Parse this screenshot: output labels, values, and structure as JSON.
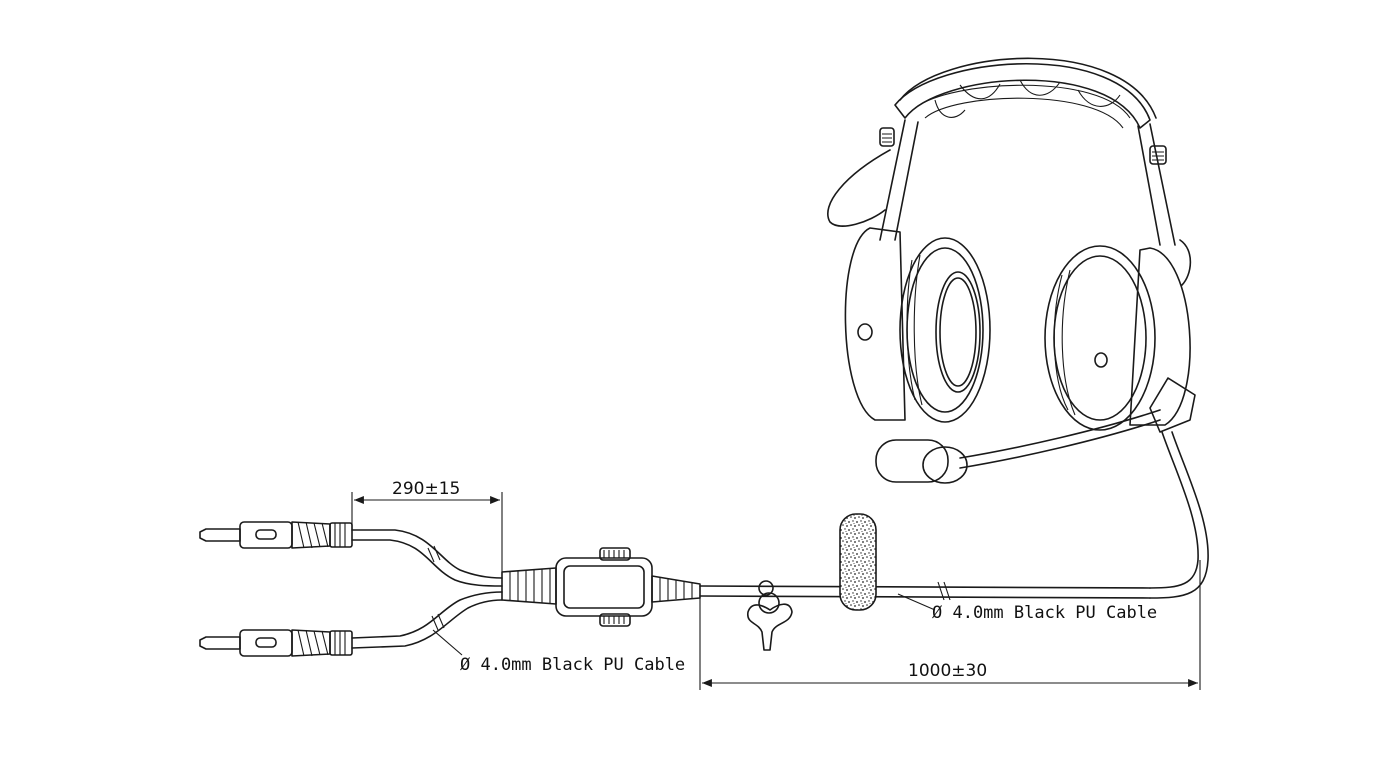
{
  "labels": {
    "dim_split": "290±15",
    "dim_main": "1000±30",
    "cable_upper": "Ø 4.0mm Black PU Cable",
    "cable_lower": "Ø 4.0mm Black PU Cable"
  },
  "colors": {
    "line": "#1a1a1a",
    "background": "#ffffff"
  }
}
